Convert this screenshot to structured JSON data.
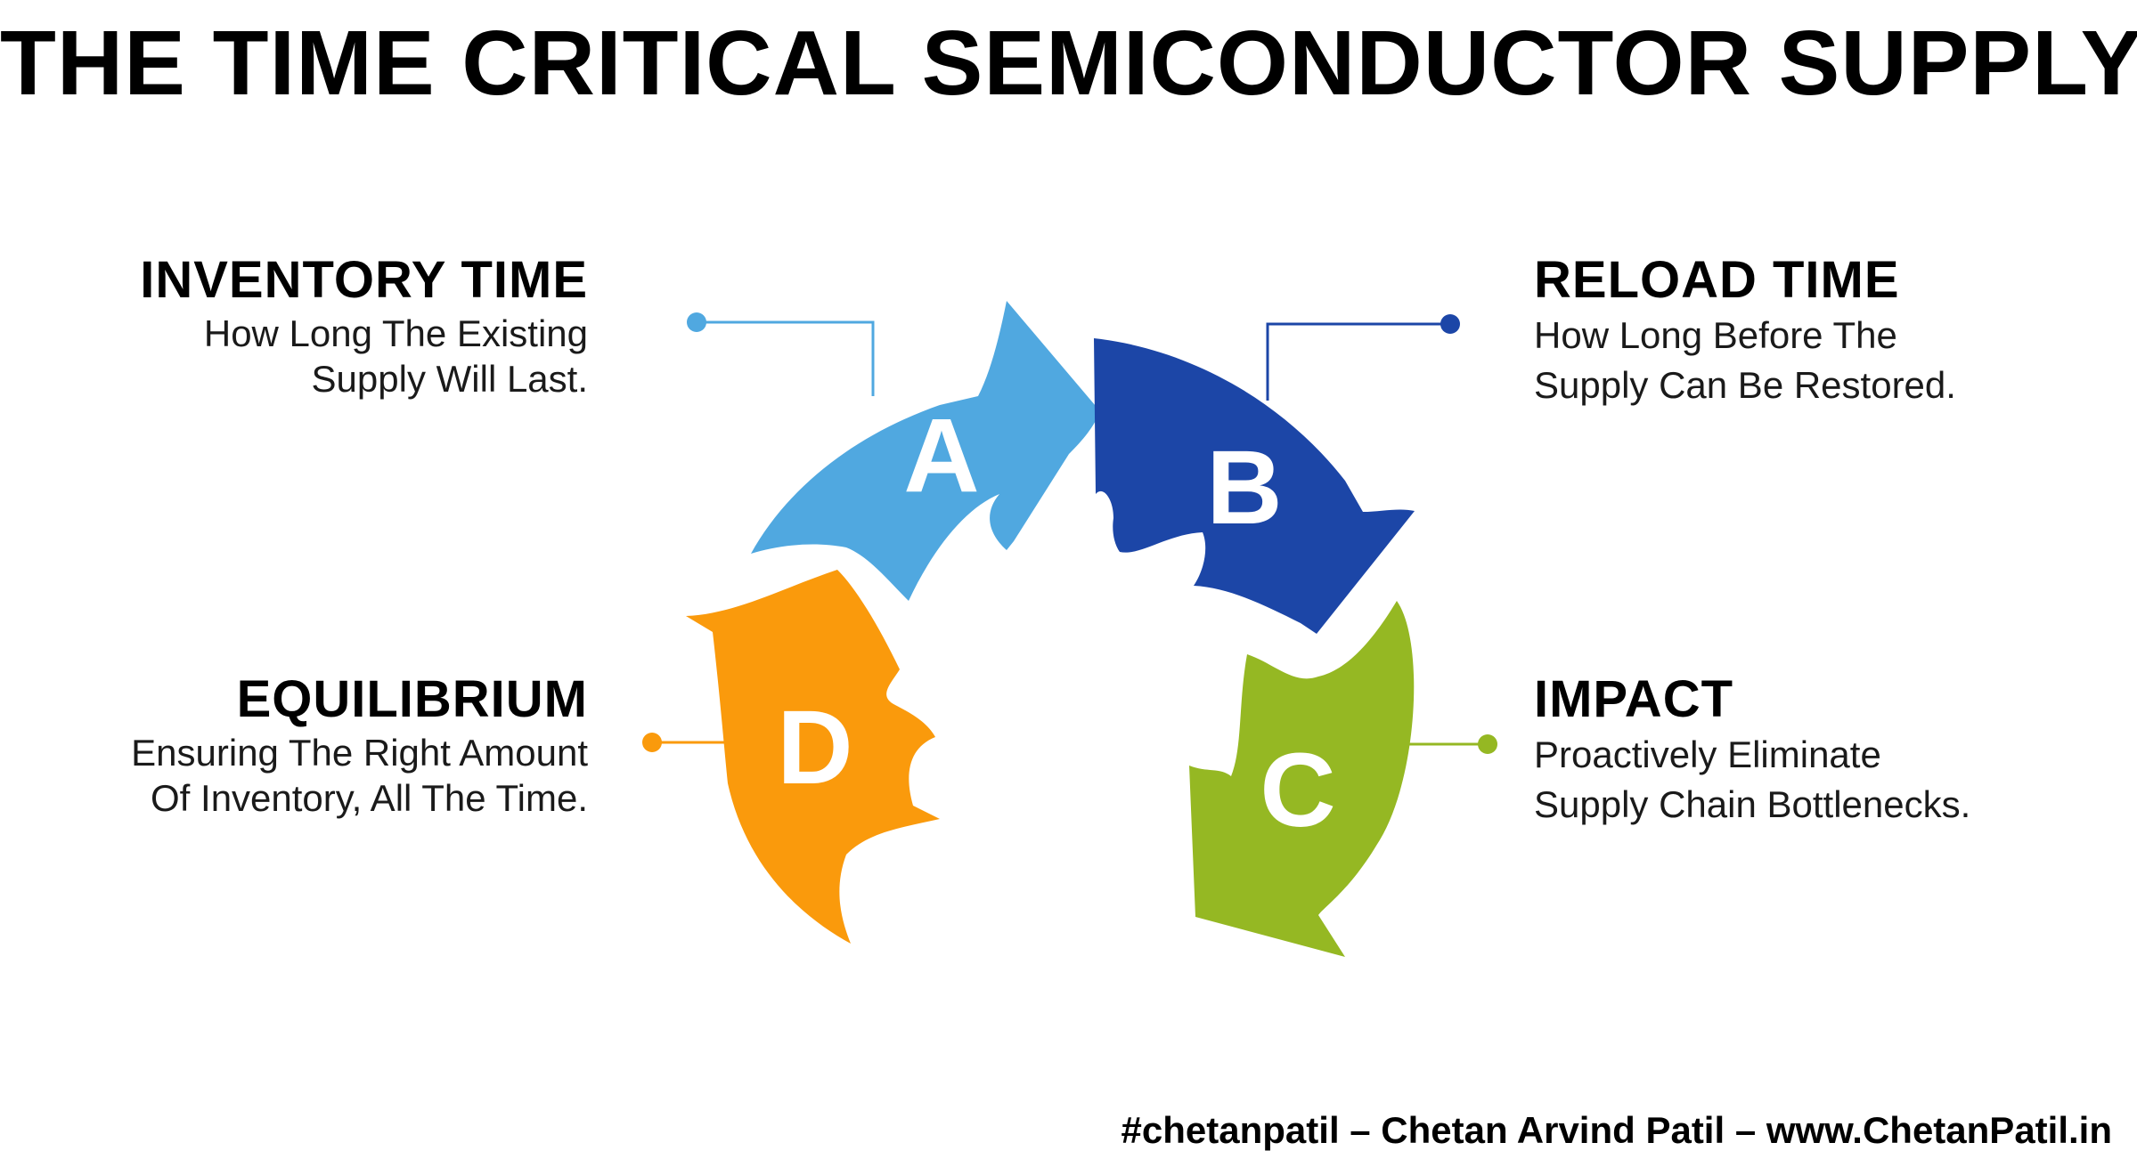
{
  "title": "THE TIME CRITICAL SEMICONDUCTOR SUPPLY",
  "steps": {
    "a": {
      "letter": "A",
      "heading": "INVENTORY TIME",
      "line1": "How Long The Existing",
      "line2": "Supply Will Last.",
      "color": "#50A8E0"
    },
    "b": {
      "letter": "B",
      "heading": "RELOAD TIME",
      "line1": "How Long Before The",
      "line2": "Supply Can Be Restored.",
      "color": "#1C46A7"
    },
    "c": {
      "letter": "C",
      "heading": "IMPACT",
      "line1": "Proactively Eliminate",
      "line2": "Supply Chain Bottlenecks.",
      "color": "#95B823"
    },
    "d": {
      "letter": "D",
      "heading": "EQUILIBRIUM",
      "line1": "Ensuring The Right Amount",
      "line2": "Of Inventory, All The Time.",
      "color": "#FA9A0C"
    }
  },
  "footer": "#chetanpatil – Chetan Arvind Patil – www.ChetanPatil.in"
}
